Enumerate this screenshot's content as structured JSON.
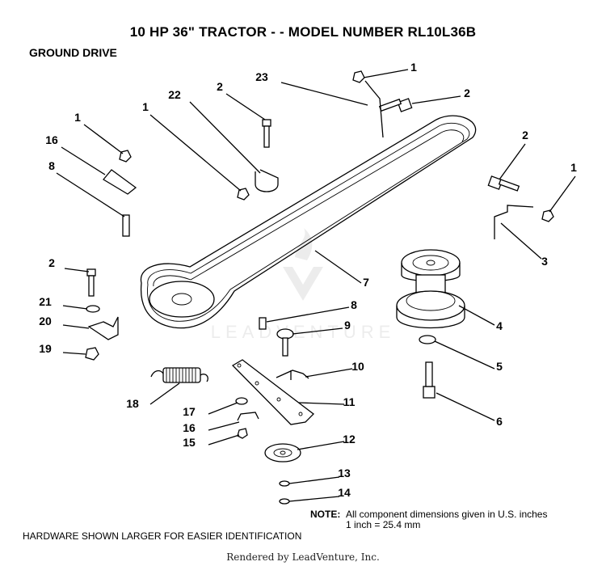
{
  "title": "10 HP 36\" TRACTOR - - MODEL NUMBER RL10L36B",
  "section": "GROUND DRIVE",
  "note": {
    "label": "NOTE:",
    "line1": "All component dimensions given in U.S. inches",
    "line2": "1 inch = 25.4 mm"
  },
  "hardware_note": "HARDWARE SHOWN LARGER FOR EASIER IDENTIFICATION",
  "watermark": "LEADVENTURE",
  "credit": "Rendered by LeadVenture, Inc.",
  "callouts": [
    {
      "id": "c-1a",
      "num": "1"
    },
    {
      "id": "c-2a",
      "num": "2"
    },
    {
      "id": "c-23",
      "num": "23"
    },
    {
      "id": "c-2b",
      "num": "2"
    },
    {
      "id": "c-22",
      "num": "22"
    },
    {
      "id": "c-1b",
      "num": "1"
    },
    {
      "id": "c-1c",
      "num": "1"
    },
    {
      "id": "c-16a",
      "num": "16"
    },
    {
      "id": "c-8a",
      "num": "8"
    },
    {
      "id": "c-2c",
      "num": "2"
    },
    {
      "id": "c-2d",
      "num": "2"
    },
    {
      "id": "c-1d",
      "num": "1"
    },
    {
      "id": "c-3",
      "num": "3"
    },
    {
      "id": "c-7",
      "num": "7"
    },
    {
      "id": "c-21",
      "num": "21"
    },
    {
      "id": "c-20",
      "num": "20"
    },
    {
      "id": "c-19",
      "num": "19"
    },
    {
      "id": "c-8b",
      "num": "8"
    },
    {
      "id": "c-9",
      "num": "9"
    },
    {
      "id": "c-4",
      "num": "4"
    },
    {
      "id": "c-5",
      "num": "5"
    },
    {
      "id": "c-10",
      "num": "10"
    },
    {
      "id": "c-18",
      "num": "18"
    },
    {
      "id": "c-11",
      "num": "11"
    },
    {
      "id": "c-17",
      "num": "17"
    },
    {
      "id": "c-16b",
      "num": "16"
    },
    {
      "id": "c-15",
      "num": "15"
    },
    {
      "id": "c-12",
      "num": "12"
    },
    {
      "id": "c-6",
      "num": "6"
    },
    {
      "id": "c-13",
      "num": "13"
    },
    {
      "id": "c-14",
      "num": "14"
    }
  ]
}
